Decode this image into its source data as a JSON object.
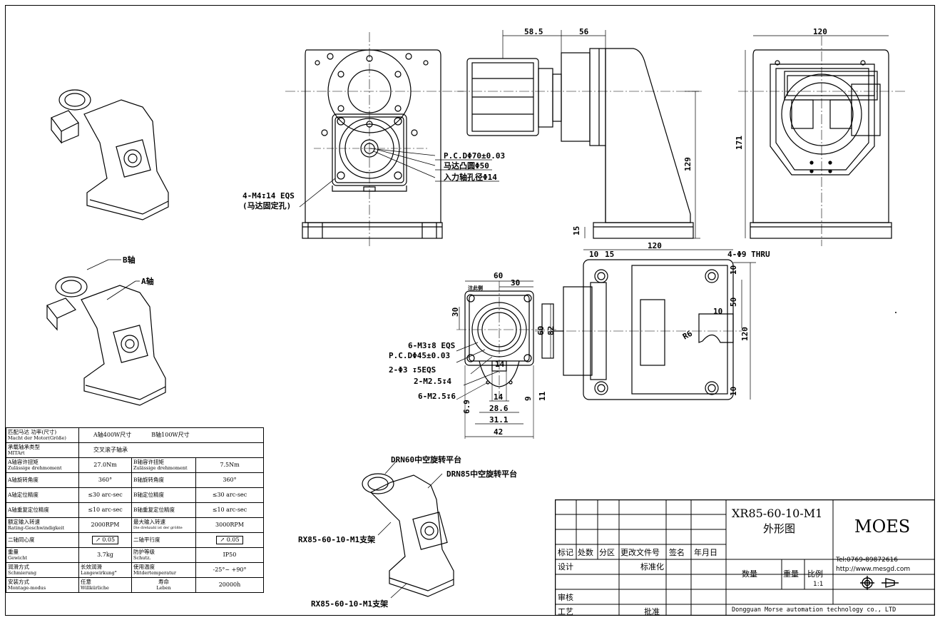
{
  "views": {
    "front_notes": {
      "pcd": "P.C.DΦ70±0.03",
      "pilot": "马达凸圆Φ50",
      "bore": "入力轴孔径Φ14",
      "holes": "4-M4↧14 EQS",
      "holes_sub": "(马达固定孔)"
    },
    "side_dims": {
      "d1": "58.5",
      "d2": "56",
      "d3": "129",
      "d4": "15"
    },
    "right_dims": {
      "d1": "120",
      "d2": "171"
    },
    "plan_dims": {
      "w": "120",
      "a": "10",
      "b": "15",
      "thru": "4-Φ9 THRU",
      "h1": "10",
      "h2": "50",
      "h3": "120",
      "h4": "10",
      "h5": "10",
      "r": "R6"
    },
    "flange_dims": {
      "w60": "60",
      "w30": "30",
      "h30": "30",
      "eq": "注此侧",
      "h60": "60",
      "h82": "82",
      "n1": "6-M3↧8 EQS",
      "n2": "P.C.DΦ45±0.03",
      "n3": "2-Φ3 ↧5EQS",
      "n4": "2-M2.5↧4",
      "n5": "6-M2.5↧6",
      "b14a": "14",
      "b14": "14",
      "b286": "28.6",
      "b311": "31.1",
      "b42": "42",
      "v69": "6.9",
      "v9": "9",
      "v11": "11"
    },
    "iso_labels": {
      "baxis": "B轴",
      "aaxis": "A轴"
    },
    "bottom_labels": {
      "l1": "DRN60中空旋转平台",
      "l2": "DRN85中空旋转平台",
      "l3": "RX85-60-10-M1支架",
      "l4": "RX85-60-10-M1支架"
    }
  },
  "spec_table": {
    "r1": {
      "label": "匹配马达 功率(尺寸)",
      "sub": "Macht der Motor(Größe)",
      "a": "A轴400W尺寸",
      "b": "B轴100W尺寸"
    },
    "r2": {
      "label": "承载轴承类型",
      "sub": "MITArt",
      "v": "交叉滚子轴承"
    },
    "r3": {
      "label": "A轴容许扭矩",
      "sub": "Zulässige drehmoment",
      "v": "27.0Nm",
      "l2": "B轴容许扭矩",
      "sub2": "Zulässige drehmoment",
      "v2": "7.5Nm"
    },
    "r4": {
      "label": "A轴旋转角度",
      "v": "360°",
      "l2": "B轴旋转角度",
      "v2": "360°"
    },
    "r5": {
      "label": "A轴定位精度",
      "v": "≤30 arc-sec",
      "l2": "B轴定位精度",
      "v2": "≤30 arc-sec"
    },
    "r6": {
      "label": "A轴重复定位精度",
      "v": "≤10 arc-sec",
      "l2": "B轴重复定位精度",
      "v2": "≤10 arc-sec"
    },
    "r7": {
      "label": "额定输入转速",
      "sub": "Rating-Geschwindigkeit",
      "v": "2000RPM",
      "l2": "最大输入转速",
      "sub2": "Die drehzahl ist der größte",
      "v2": "3000RPM"
    },
    "r8": {
      "label": "二轴同心度",
      "v": "0.05",
      "l2": "二轴平行度",
      "v2": "0.05"
    },
    "r9": {
      "label": "重量",
      "sub": "Gewicht",
      "v": "3.7kg",
      "l2": "防护等级",
      "sub2": "Schutz.",
      "v2": "IP50"
    },
    "r10": {
      "label": "润滑方式",
      "sub": "Schmierung",
      "v": "长效润滑",
      "vsub": "Langewirkung°",
      "l2": "使用温度",
      "sub2": "Mitdertemperatur",
      "v2": "-25°~ +90°"
    },
    "r11": {
      "label": "安装方式",
      "sub": "Montage-modus",
      "v": "任意",
      "vsub": "Willkürliche",
      "l2": "寿命",
      "sub2": "Leben",
      "v2": "20000h"
    }
  },
  "title_block": {
    "part_no": "XR85-60-10-M1",
    "drawing": "外形图",
    "company_logo": "MOES",
    "tel": "Tel:0769-89872616",
    "web": "http://www.mesgd.com",
    "qty": "数量",
    "weight": "重量",
    "scale_label": "比例",
    "scale": "1:1",
    "company": "Dongguan Morse automation technology co., LTD",
    "row_labels": [
      "标记",
      "处数",
      "分区",
      "更改文件号",
      "签名",
      "年月日"
    ],
    "design": "设计",
    "std": "标准化",
    "review": "审核",
    "process": "工艺",
    "approve": "批准"
  }
}
